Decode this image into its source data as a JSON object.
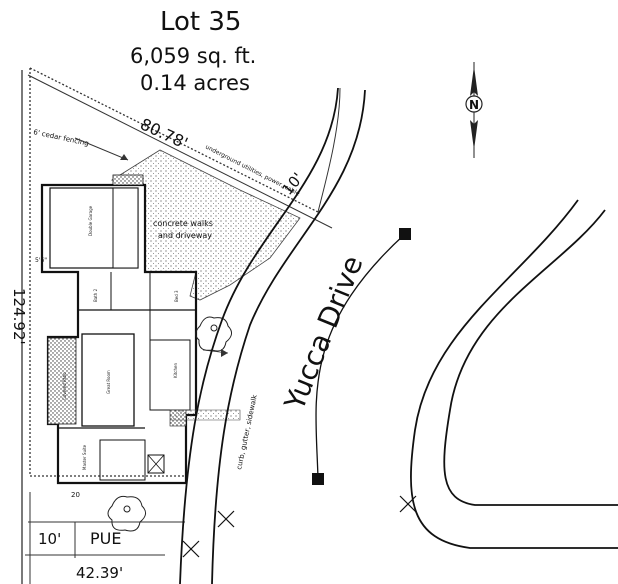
{
  "lot": {
    "title": "Lot 35",
    "area_sqft": "6,059 sq. ft.",
    "area_acres": "0.14 acres"
  },
  "dimensions": {
    "top_line": "80.78'",
    "left_side": "124.92'",
    "bottom_line": "42.39'",
    "front_setback": "10'",
    "rear_setback": "10'",
    "small_dim": "20",
    "garage_dim": "5'6\""
  },
  "labels": {
    "street": "Yucca Drive",
    "fencing": "6' cedar fencing",
    "utility": "underground utilities, power, cable",
    "walks": "concrete walks",
    "driveway": "and driveway",
    "curb": "curb, gutter, sidewalk",
    "pue": "PUE",
    "north": "N"
  },
  "rooms": {
    "garage": "Double Garage",
    "bath2": "Bath 2",
    "bed3": "Bed 3",
    "great_room": "Great Room",
    "kitchen": "Kitchen",
    "master": "Master Suite",
    "patio": "Covered Patio"
  }
}
